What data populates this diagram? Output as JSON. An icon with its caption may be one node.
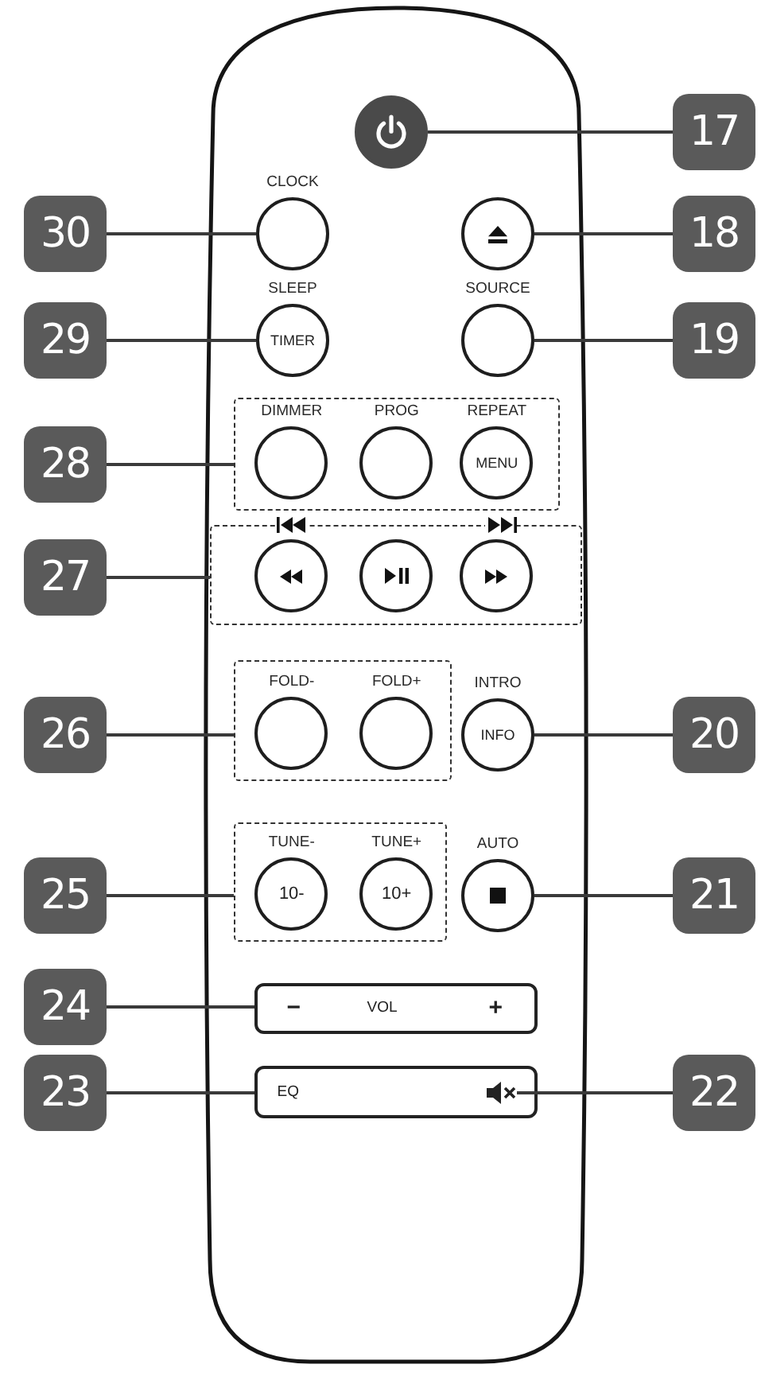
{
  "diagram": {
    "nodes": [
      {
        "text": [],
        "shape": "box"
      },
      {
        "text": [],
        "shape": "circle",
        "in": 0
      },
      {
        "text": [
          "17"
        ]
      },
      {
        "text": [
          "30"
        ]
      },
      {
        "text": [
          "CLOCK"
        ],
        "in": 0
      },
      {
        "text": [],
        "shape": "circle",
        "in": 0
      },
      {
        "text": [
          "18"
        ]
      },
      {
        "text": [
          "29"
        ]
      },
      {
        "text": [
          "SLEEP",
          "TIMER"
        ],
        "in": 0
      },
      {
        "text": [
          "SOURCE"
        ],
        "in": 0
      },
      {
        "text": [
          "19"
        ]
      },
      {
        "text": [
          "28"
        ]
      },
      {
        "text": [],
        "shape": "box",
        "in": 0
      },
      {
        "text": [
          "DIMMER"
        ],
        "in": 12
      },
      {
        "text": [
          "PROG"
        ],
        "in": 12
      },
      {
        "text": [
          "REPEAT",
          "MENU"
        ],
        "in": 12
      },
      {
        "text": [
          "27"
        ]
      },
      {
        "text": [],
        "shape": "box",
        "in": 0
      },
      {
        "text": [],
        "shape": "circle",
        "in": 17
      },
      {
        "text": [],
        "shape": "circle",
        "in": 17
      },
      {
        "text": [],
        "shape": "circle",
        "in": 17
      },
      {
        "text": [
          "26"
        ]
      },
      {
        "text": [],
        "shape": "box",
        "in": 0
      },
      {
        "text": [
          "FOLD-"
        ],
        "in": 22
      },
      {
        "text": [
          "FOLD+"
        ],
        "in": 22
      },
      {
        "text": [
          "INTRO",
          "INFO"
        ],
        "in": 0
      },
      {
        "text": [
          "20"
        ]
      },
      {
        "text": [
          "25"
        ]
      },
      {
        "text": [],
        "shape": "box",
        "in": 0
      },
      {
        "text": [
          "TUNE-",
          "10-"
        ],
        "in": 28
      },
      {
        "text": [
          "TUNE+",
          "10+"
        ],
        "in": 28
      },
      {
        "text": [
          "AUTO"
        ],
        "in": 0
      },
      {
        "text": [
          "21"
        ]
      },
      {
        "text": [
          "24"
        ]
      },
      {
        "text": [
          "−",
          "VOL",
          "+"
        ],
        "in": 0
      },
      {
        "text": [
          "23"
        ]
      },
      {
        "text": [
          "EQ"
        ],
        "in": 0
      },
      {
        "text": [],
        "shape": "picture",
        "in": 36
      },
      {
        "text": [
          "22"
        ]
      }
    ],
    "edges": [
      {
        "from": 2,
        "to": 1,
        "arrow": "none"
      },
      {
        "from": 3,
        "to": 4,
        "arrow": "none"
      },
      {
        "from": 6,
        "to": 5,
        "arrow": "none"
      },
      {
        "from": 7,
        "to": 8,
        "arrow": "none"
      },
      {
        "from": 10,
        "to": 9,
        "arrow": "none"
      },
      {
        "from": 11,
        "to": 12,
        "arrow": "none"
      },
      {
        "from": 16,
        "to": 17,
        "arrow": "none"
      },
      {
        "from": 21,
        "to": 22,
        "arrow": "none"
      },
      {
        "from": 26,
        "to": 25,
        "arrow": "none"
      },
      {
        "from": 27,
        "to": 28,
        "arrow": "none"
      },
      {
        "from": 32,
        "to": 31,
        "arrow": "none"
      },
      {
        "from": 33,
        "to": 34,
        "arrow": "none"
      },
      {
        "from": 35,
        "to": 36,
        "arrow": "none"
      },
      {
        "from": 38,
        "to": 37,
        "arrow": "none"
      }
    ]
  }
}
